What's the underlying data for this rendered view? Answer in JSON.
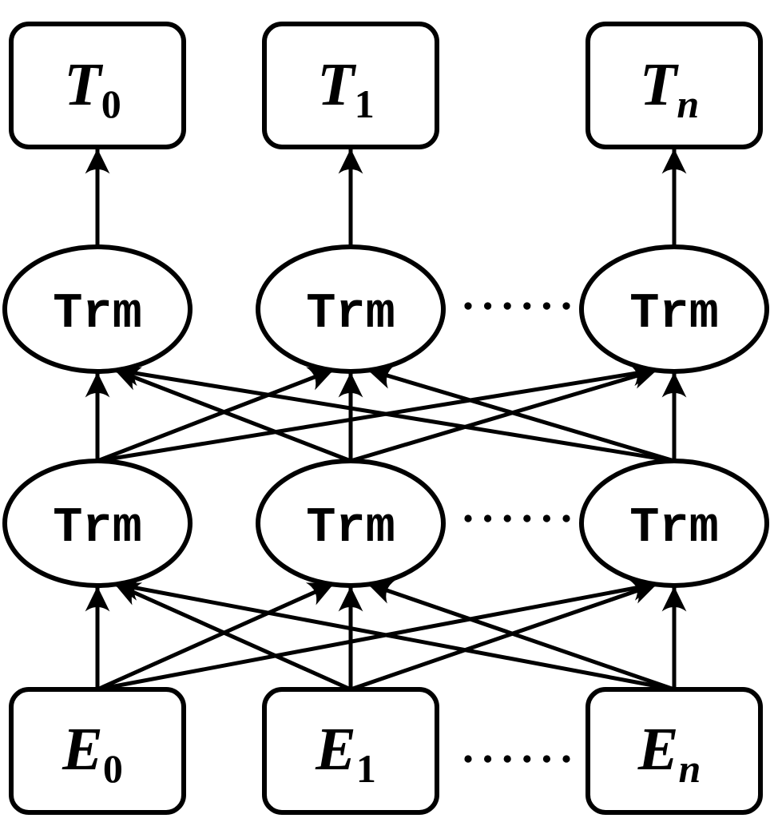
{
  "diagram": {
    "kind": "transformer-architecture-diagram",
    "description": "Bidirectional Transformer (BERT-style) diagram: input embeddings feed two fully-connected Transformer layers producing output tokens",
    "colors": {
      "background": "#ffffff",
      "stroke": "#000000",
      "text": "#000000"
    },
    "ellipsis_dot_count": 6,
    "rows": {
      "outputs": [
        {
          "id": "t0",
          "main": "T",
          "sub": "0"
        },
        {
          "id": "t1",
          "main": "T",
          "sub": "1"
        },
        {
          "id": "tn",
          "main": "T",
          "sub": "n"
        }
      ],
      "transformer_layer_2": [
        {
          "id": "l2c0",
          "label": "Trm"
        },
        {
          "id": "l2c1",
          "label": "Trm"
        },
        {
          "id": "l2c2",
          "label": "Trm"
        }
      ],
      "transformer_layer_1": [
        {
          "id": "l1c0",
          "label": "Trm"
        },
        {
          "id": "l1c1",
          "label": "Trm"
        },
        {
          "id": "l1c2",
          "label": "Trm"
        }
      ],
      "inputs": [
        {
          "id": "e0",
          "main": "E",
          "sub": "0"
        },
        {
          "id": "e1",
          "main": "E",
          "sub": "1"
        },
        {
          "id": "en",
          "main": "E",
          "sub": "n"
        }
      ]
    },
    "edges": {
      "inputs_to_layer1": [
        [
          "e0",
          "l1c0"
        ],
        [
          "e0",
          "l1c1"
        ],
        [
          "e0",
          "l1c2"
        ],
        [
          "e1",
          "l1c0"
        ],
        [
          "e1",
          "l1c1"
        ],
        [
          "e1",
          "l1c2"
        ],
        [
          "en",
          "l1c0"
        ],
        [
          "en",
          "l1c1"
        ],
        [
          "en",
          "l1c2"
        ]
      ],
      "layer1_to_layer2": [
        [
          "l1c0",
          "l2c0"
        ],
        [
          "l1c0",
          "l2c1"
        ],
        [
          "l1c0",
          "l2c2"
        ],
        [
          "l1c1",
          "l2c0"
        ],
        [
          "l1c1",
          "l2c1"
        ],
        [
          "l1c1",
          "l2c2"
        ],
        [
          "l1c2",
          "l2c0"
        ],
        [
          "l1c2",
          "l2c1"
        ],
        [
          "l1c2",
          "l2c2"
        ]
      ],
      "layer2_to_outputs": [
        [
          "l2c0",
          "t0"
        ],
        [
          "l2c1",
          "t1"
        ],
        [
          "l2c2",
          "tn"
        ]
      ]
    }
  }
}
